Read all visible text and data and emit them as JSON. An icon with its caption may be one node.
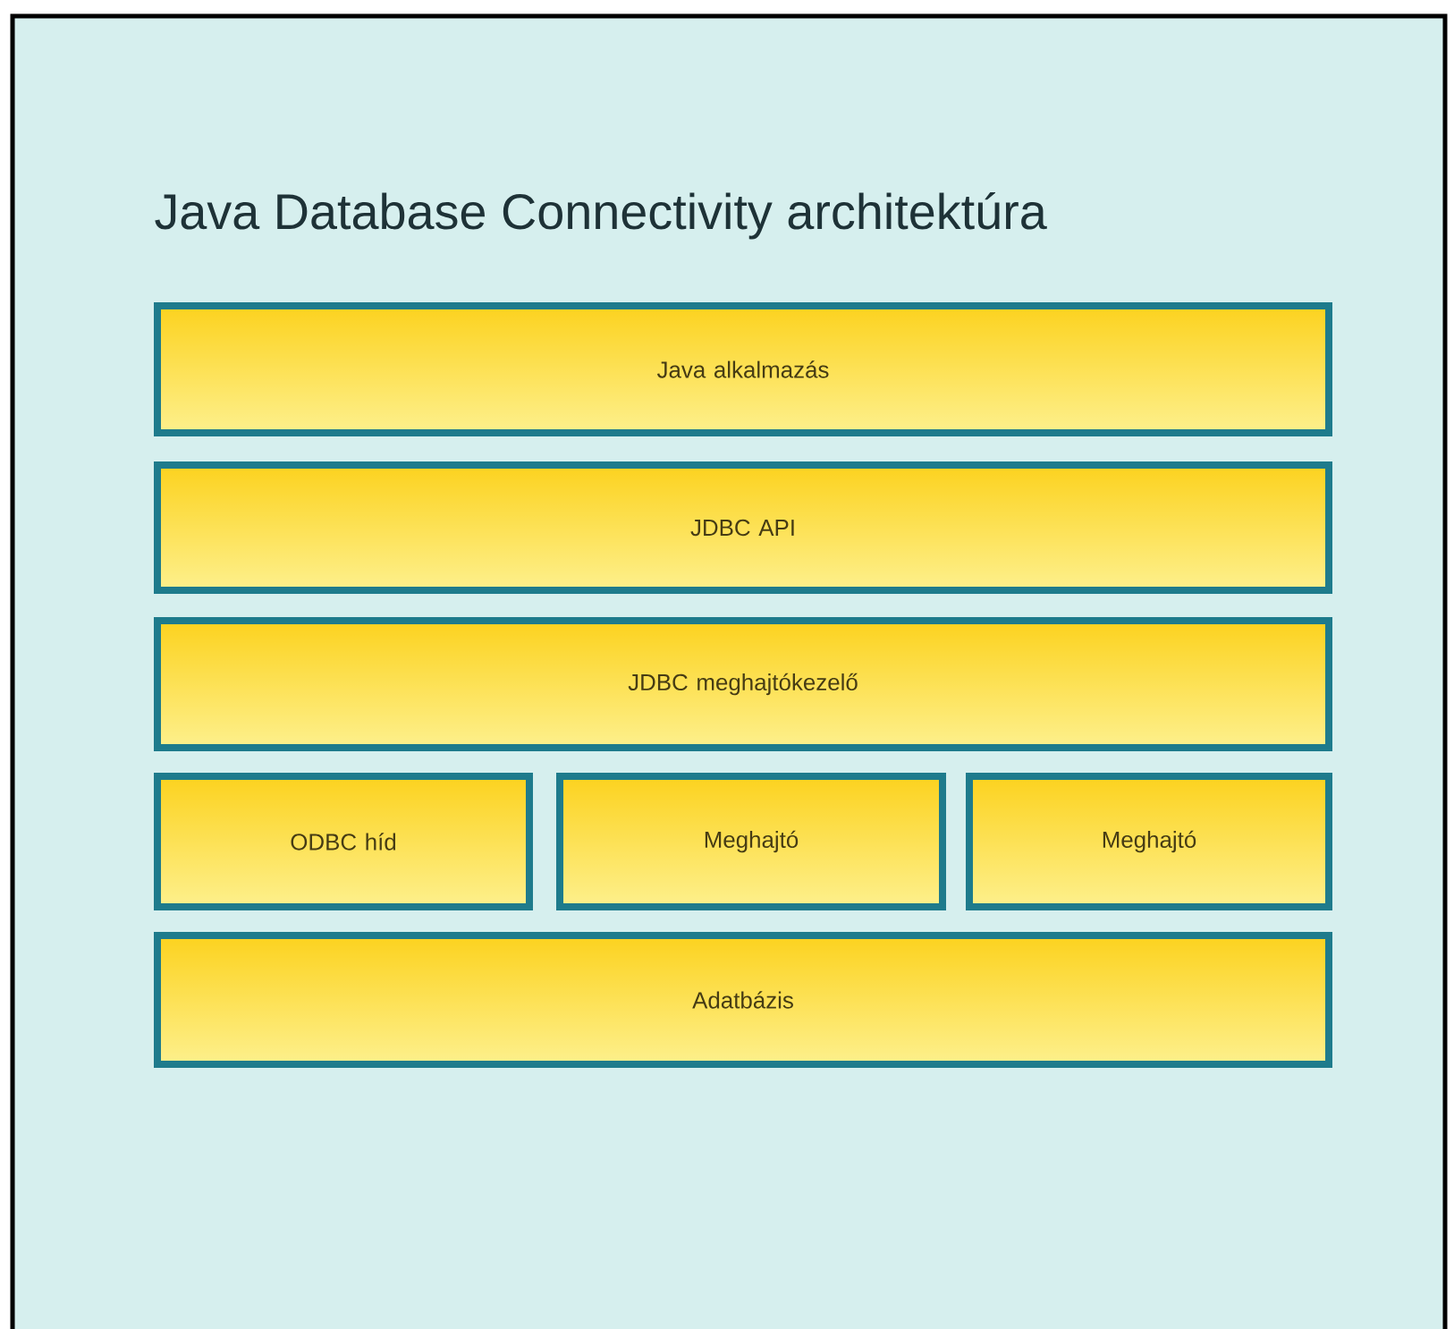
{
  "diagram": {
    "title": "Java Database Connectivity architektúra",
    "nodes": [
      {
        "text": [
          "Java alkalmazás"
        ]
      },
      {
        "text": [
          "JDBC API"
        ]
      },
      {
        "text": [
          "JDBC meghajtókezelő"
        ]
      },
      {
        "text": [
          "ODBC híd"
        ]
      },
      {
        "text": [
          "Meghajtó"
        ]
      },
      {
        "text": [
          "Meghajtó"
        ]
      },
      {
        "text": [
          "Adatbázis"
        ]
      }
    ]
  }
}
